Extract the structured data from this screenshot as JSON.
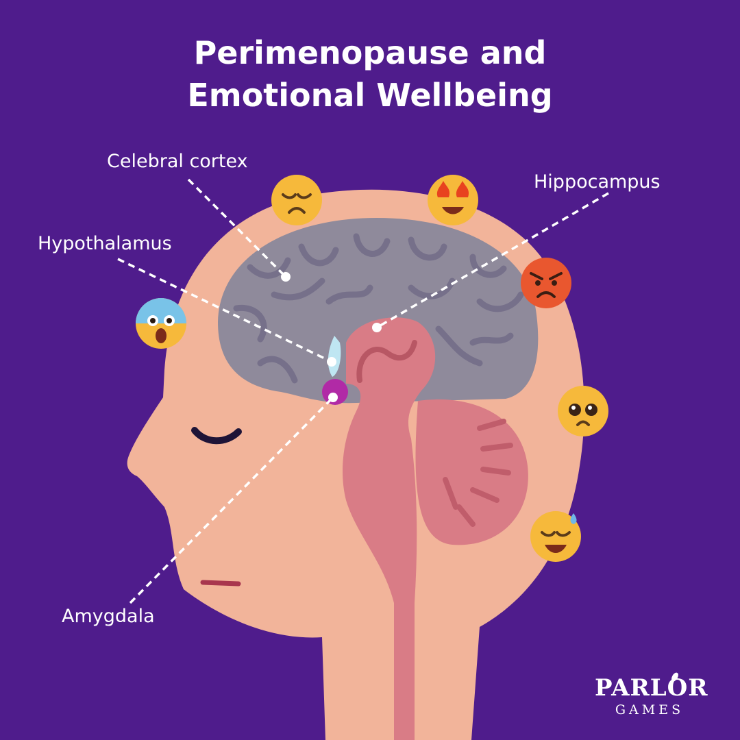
{
  "title": {
    "line1": "Perimenopause and",
    "line2": "Emotional Wellbeing"
  },
  "labels": {
    "cortex": "Celebral cortex",
    "hypothalamus": "Hypothalamus",
    "hippocampus": "Hippocampus",
    "amygdala": "Amygdala"
  },
  "brand": {
    "name": "PARLOR",
    "sub": "GAMES"
  },
  "emojis": [
    {
      "mood": "sad-face-icon"
    },
    {
      "mood": "fire-eyes-face-icon"
    },
    {
      "mood": "angry-face-icon"
    },
    {
      "mood": "fearful-face-icon"
    },
    {
      "mood": "pleading-face-icon"
    },
    {
      "mood": "sweat-tired-face-icon"
    }
  ],
  "colors": {
    "background": "#4f1c8c",
    "skin": "#f2b49a",
    "brain": "#8f8a9b",
    "brainstem": "#d97c86",
    "amygdala": "#b12aa6",
    "hypothalamus": "#bfe6f2"
  }
}
